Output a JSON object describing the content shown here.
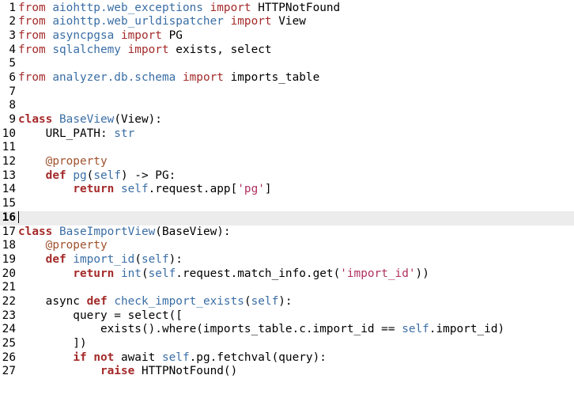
{
  "colors": {
    "keyword": "#a52a2a",
    "name": "#3a6ea5",
    "string": "#b03060",
    "decorator": "#a0522d",
    "current_line_bg": "#ececec"
  },
  "current_line": 16,
  "lines": [
    {
      "n": "1",
      "tokens": [
        [
          "import",
          "from"
        ],
        [
          "plain",
          " "
        ],
        [
          "mod",
          "aiohttp.web_exceptions"
        ],
        [
          "plain",
          " "
        ],
        [
          "import",
          "import"
        ],
        [
          "plain",
          " HTTPNotFound"
        ]
      ]
    },
    {
      "n": "2",
      "tokens": [
        [
          "import",
          "from"
        ],
        [
          "plain",
          " "
        ],
        [
          "mod",
          "aiohttp.web_urldispatcher"
        ],
        [
          "plain",
          " "
        ],
        [
          "import",
          "import"
        ],
        [
          "plain",
          " View"
        ]
      ]
    },
    {
      "n": "3",
      "tokens": [
        [
          "import",
          "from"
        ],
        [
          "plain",
          " "
        ],
        [
          "mod",
          "asyncpgsa"
        ],
        [
          "plain",
          " "
        ],
        [
          "import",
          "import"
        ],
        [
          "plain",
          " PG"
        ]
      ]
    },
    {
      "n": "4",
      "tokens": [
        [
          "import",
          "from"
        ],
        [
          "plain",
          " "
        ],
        [
          "mod",
          "sqlalchemy"
        ],
        [
          "plain",
          " "
        ],
        [
          "import",
          "import"
        ],
        [
          "plain",
          " exists, select"
        ]
      ]
    },
    {
      "n": "5",
      "tokens": []
    },
    {
      "n": "6",
      "tokens": [
        [
          "import",
          "from"
        ],
        [
          "plain",
          " "
        ],
        [
          "mod",
          "analyzer.db.schema"
        ],
        [
          "plain",
          " "
        ],
        [
          "import",
          "import"
        ],
        [
          "plain",
          " imports_table"
        ]
      ]
    },
    {
      "n": "7",
      "tokens": []
    },
    {
      "n": "8",
      "tokens": []
    },
    {
      "n": "9",
      "tokens": [
        [
          "kw",
          "class"
        ],
        [
          "plain",
          " "
        ],
        [
          "cls",
          "BaseView"
        ],
        [
          "plain",
          "(View):"
        ]
      ]
    },
    {
      "n": "10",
      "tokens": [
        [
          "plain",
          "    URL_PATH: "
        ],
        [
          "builtin",
          "str"
        ]
      ]
    },
    {
      "n": "11",
      "tokens": []
    },
    {
      "n": "12",
      "tokens": [
        [
          "plain",
          "    "
        ],
        [
          "deco",
          "@property"
        ]
      ]
    },
    {
      "n": "13",
      "tokens": [
        [
          "plain",
          "    "
        ],
        [
          "kw",
          "def"
        ],
        [
          "plain",
          " "
        ],
        [
          "fn",
          "pg"
        ],
        [
          "plain",
          "("
        ],
        [
          "self",
          "self"
        ],
        [
          "plain",
          ") -> PG:"
        ]
      ]
    },
    {
      "n": "14",
      "tokens": [
        [
          "plain",
          "        "
        ],
        [
          "kw",
          "return"
        ],
        [
          "plain",
          " "
        ],
        [
          "self",
          "self"
        ],
        [
          "plain",
          ".request.app["
        ],
        [
          "str",
          "'pg'"
        ],
        [
          "plain",
          "]"
        ]
      ]
    },
    {
      "n": "15",
      "tokens": []
    },
    {
      "n": "16",
      "tokens": [],
      "caret": true
    },
    {
      "n": "17",
      "tokens": [
        [
          "kw",
          "class"
        ],
        [
          "plain",
          " "
        ],
        [
          "cls",
          "BaseImportView"
        ],
        [
          "plain",
          "(BaseView):"
        ]
      ]
    },
    {
      "n": "18",
      "tokens": [
        [
          "plain",
          "    "
        ],
        [
          "deco",
          "@property"
        ]
      ]
    },
    {
      "n": "19",
      "tokens": [
        [
          "plain",
          "    "
        ],
        [
          "kw",
          "def"
        ],
        [
          "plain",
          " "
        ],
        [
          "fn",
          "import_id"
        ],
        [
          "plain",
          "("
        ],
        [
          "self",
          "self"
        ],
        [
          "plain",
          "):"
        ]
      ]
    },
    {
      "n": "20",
      "tokens": [
        [
          "plain",
          "        "
        ],
        [
          "kw",
          "return"
        ],
        [
          "plain",
          " "
        ],
        [
          "builtin",
          "int"
        ],
        [
          "plain",
          "("
        ],
        [
          "self",
          "self"
        ],
        [
          "plain",
          ".request.match_info.get("
        ],
        [
          "str",
          "'import_id'"
        ],
        [
          "plain",
          "))"
        ]
      ]
    },
    {
      "n": "21",
      "tokens": []
    },
    {
      "n": "22",
      "tokens": [
        [
          "plain",
          "    async "
        ],
        [
          "kw",
          "def"
        ],
        [
          "plain",
          " "
        ],
        [
          "fn",
          "check_import_exists"
        ],
        [
          "plain",
          "("
        ],
        [
          "self",
          "self"
        ],
        [
          "plain",
          "):"
        ]
      ]
    },
    {
      "n": "23",
      "tokens": [
        [
          "plain",
          "        query = select(["
        ]
      ]
    },
    {
      "n": "24",
      "tokens": [
        [
          "plain",
          "            exists().where(imports_table.c.import_id == "
        ],
        [
          "self",
          "self"
        ],
        [
          "plain",
          ".import_id)"
        ]
      ]
    },
    {
      "n": "25",
      "tokens": [
        [
          "plain",
          "        ])"
        ]
      ]
    },
    {
      "n": "26",
      "tokens": [
        [
          "plain",
          "        "
        ],
        [
          "kw",
          "if"
        ],
        [
          "plain",
          " "
        ],
        [
          "kw",
          "not"
        ],
        [
          "plain",
          " await "
        ],
        [
          "self",
          "self"
        ],
        [
          "plain",
          ".pg.fetchval(query):"
        ]
      ]
    },
    {
      "n": "27",
      "tokens": [
        [
          "plain",
          "            "
        ],
        [
          "kw",
          "raise"
        ],
        [
          "plain",
          " HTTPNotFound()"
        ]
      ]
    }
  ]
}
